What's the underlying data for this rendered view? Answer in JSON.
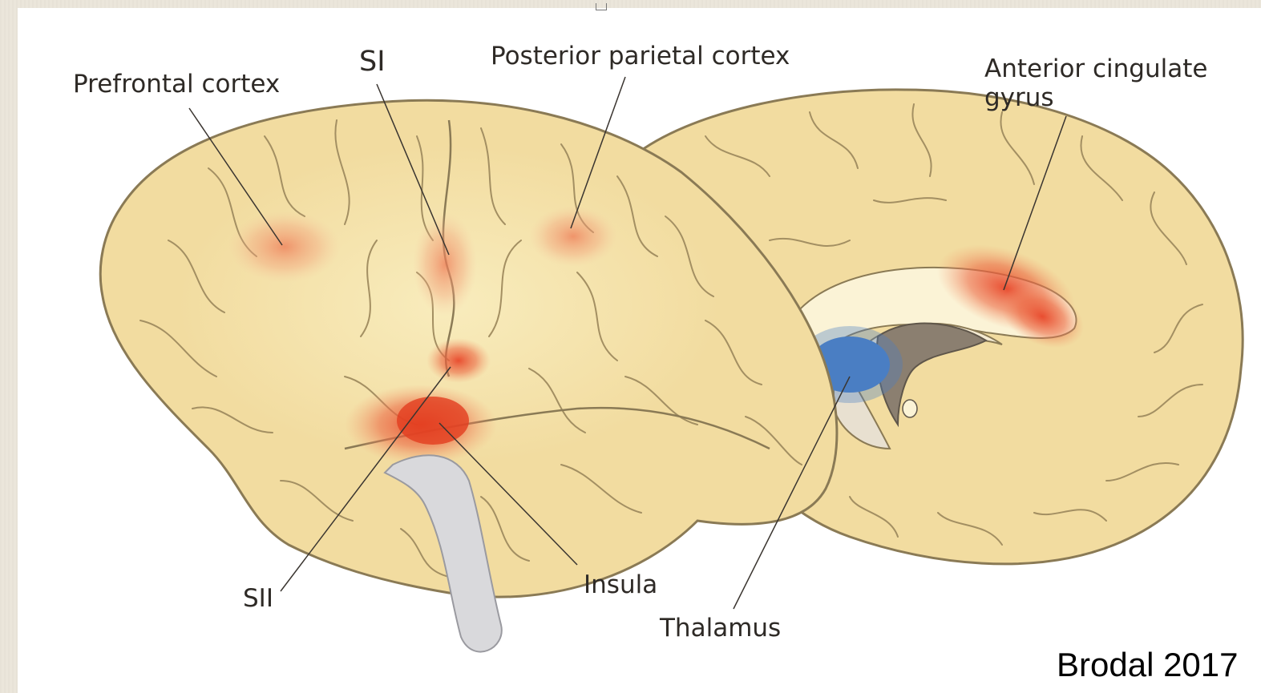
{
  "figure": {
    "labels": {
      "prefrontal": "Prefrontal cortex",
      "si": "SI",
      "posterior_parietal": "Posterior parietal cortex",
      "anterior_cingulate_line1": "Anterior cingulate",
      "anterior_cingulate_line2": "gyrus",
      "sii": "SII",
      "insula": "Insula",
      "thalamus": "Thalamus"
    },
    "credit": "Brodal 2017",
    "colors": {
      "brain": "#f2dca0",
      "brain_outline": "#8a7a55",
      "activation": "#e8472a",
      "thalamus": "#4a7ec4",
      "brainstem": "#d9d9dc"
    }
  }
}
